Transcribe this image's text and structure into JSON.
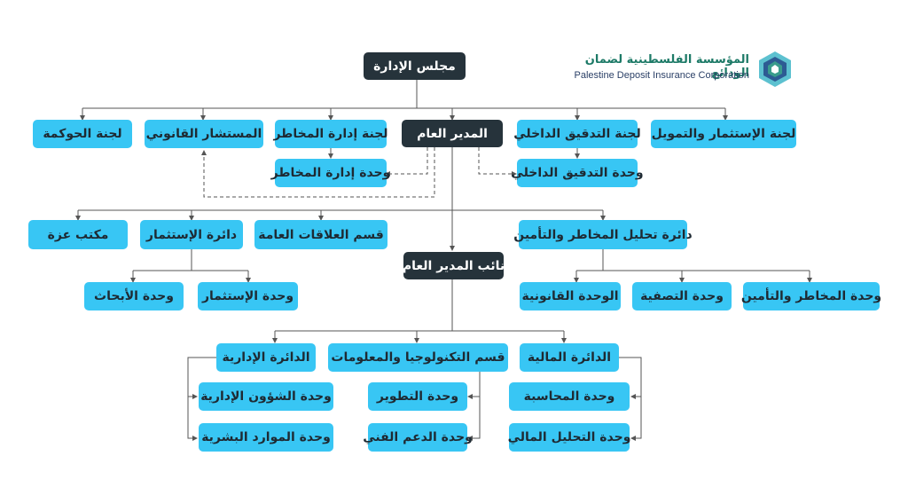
{
  "logo": {
    "name_ar": "المؤسسة الفلسطينية لضمان الودائع",
    "name_en": "Palestine Deposit Insurance Corporation",
    "colors": {
      "hex_teal": "#3a9c8c",
      "hex_blue": "#2d5b93",
      "hex_light": "#5dc1d0"
    }
  },
  "colors": {
    "box_blue": "#38c6f4",
    "box_dark": "#26333b",
    "line": "#555555"
  },
  "board": "مجلس الإدارة",
  "gm": "المدير العام",
  "deputy_gm": "نائب المدير العام",
  "committees": {
    "investment_finance": "لجنة الإستثمار والتمويل",
    "internal_audit": "لجنة التدقيق الداخلي",
    "risk_management": "لجنة إدارة المخاطر",
    "legal_advisor": "المستشار القانوني",
    "governance": "لجنة الحوكمة"
  },
  "units_gm": {
    "internal_audit_unit": "وحدة التدقيق الداخلي",
    "risk_management_unit": "وحدة إدارة المخاطر"
  },
  "level2": {
    "risk_insurance_dept": "دائرة تحليل المخاطر والتأمين",
    "public_relations": "قسم العلاقات العامة",
    "investment_dept": "دائرة الإستثمار",
    "gaza_office": "مكتب عزة"
  },
  "risk_units": {
    "risk_insurance_unit": "وحدة المخاطر والتأمين",
    "liquidation_unit": "وحدة التصفية",
    "legal_unit": "الوحدة القانونية"
  },
  "investment_units": {
    "investment_unit": "وحدة الإستثمار",
    "research_unit": "وحدة الأبحاث"
  },
  "level3": {
    "finance_dept": "الدائرة المالية",
    "it_dept": "قسم التكنولوجيا والمعلومات",
    "admin_dept": "الدائرة الإدارية"
  },
  "finance_units": {
    "accounting": "وحدة المحاسبة",
    "financial_analysis": "وحدة التحليل المالي"
  },
  "it_units": {
    "development": "وحدة التطوير",
    "tech_support": "وحدة الدعم الفني"
  },
  "admin_units": {
    "admin_affairs": "وحدة الشؤون الإدارية",
    "hr": "وحدة الموارد البشرية"
  }
}
